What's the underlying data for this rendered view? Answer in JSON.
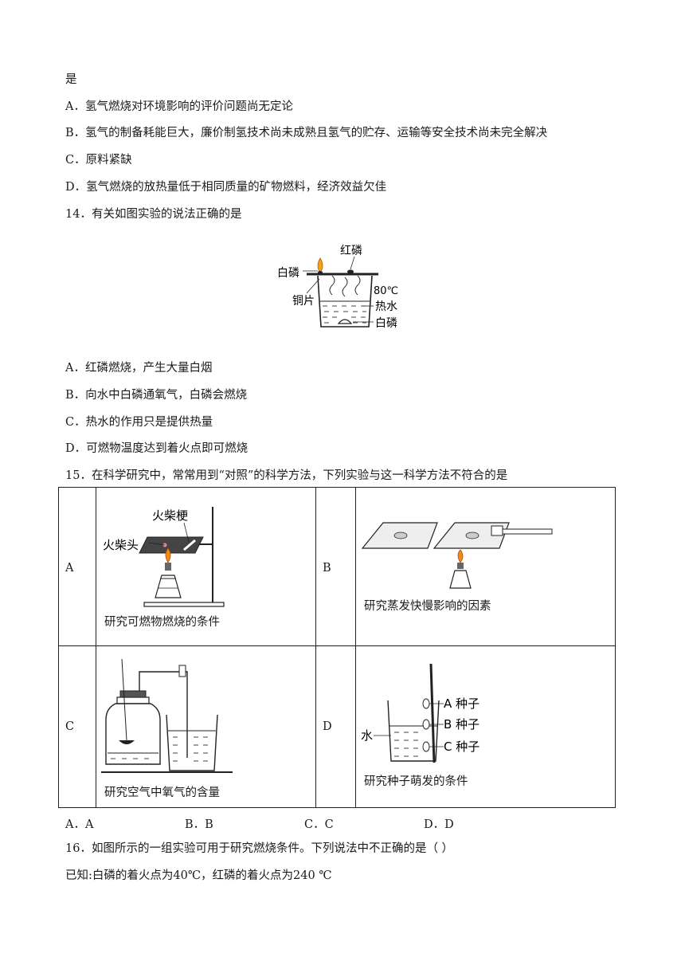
{
  "lines": {
    "l1": "是",
    "l2": "A．氢气燃烧对环境影响的评价问题尚无定论",
    "l3": "B．氢气的制备耗能巨大，廉价制氢技术尚未成熟且氢气的贮存、运输等安全技术尚未完全解决",
    "l4": "C．原料紧缺",
    "l5": "D．氢气燃烧的放热量低于相同质量的矿物燃料，经济效益欠佳",
    "q14": "14．有关如图实验的说法正确的是",
    "q14a": "A．红磷燃烧，产生大量白烟",
    "q14b": "B．向水中白磷通氧气，白磷会燃烧",
    "q14c": "C．热水的作用只是提供热量",
    "q14d": "D．可燃物温度达到着火点即可燃烧",
    "q15": "15．在科学研究中，常常用到“对照”的科学方法，下列实验与这一科学方法不符合的是",
    "q16": "16．如图所示的一组实验可用于研究燃烧条件。下列说法中不正确的是（  ）",
    "q16known": "已知:白磷的着火点为40℃，红磷的着火点为240 ℃"
  },
  "fig14": {
    "red_p": "红磷",
    "white_p_top": "白磷",
    "temp": "80℃",
    "copper": "铜片",
    "hot_water": "热水",
    "white_p_bottom": "白磷"
  },
  "table": {
    "a": {
      "letter": "A",
      "caption": "研究可燃物燃烧的条件",
      "label_stick": "火柴梗",
      "label_head": "火柴头"
    },
    "b": {
      "letter": "B",
      "caption": "研究蒸发快慢影响的因素"
    },
    "c": {
      "letter": "C",
      "caption": "研究空气中氧气的含量"
    },
    "d": {
      "letter": "D",
      "caption": "研究种子萌发的条件",
      "water": "水",
      "seed_a": "A 种子",
      "seed_b": "B 种子",
      "seed_c": "C 种子"
    }
  },
  "answers": {
    "a": "A．A",
    "b": "B．B",
    "c": "C．C",
    "d": "D．D"
  }
}
